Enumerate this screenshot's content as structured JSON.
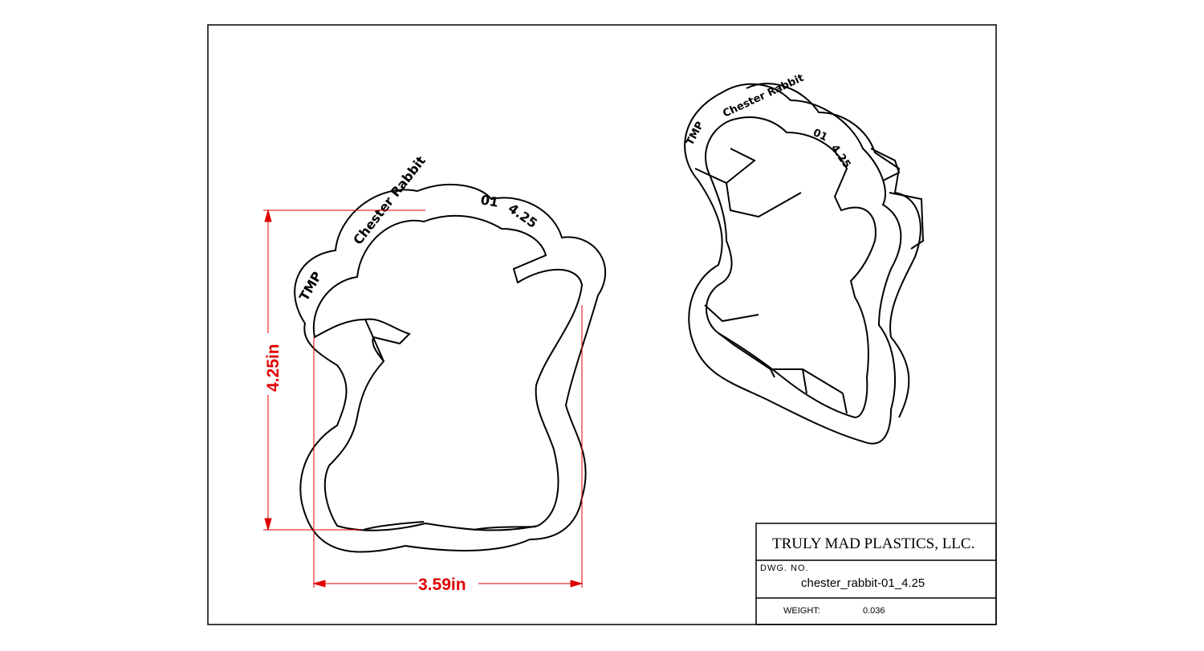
{
  "title_block": {
    "company": "TRULY MAD PLASTICS, LLC.",
    "dwg_no_label": "DWG. NO.",
    "dwg_no": "chester_rabbit-01_4.25",
    "weight_label": "WEIGHT:",
    "weight": "0.036"
  },
  "dimensions": {
    "height_label": "4.25in",
    "width_label": "3.59in"
  },
  "embossing": {
    "maker": "TMP",
    "name": "Chester Rabbit",
    "number": "01",
    "size": "4.25"
  },
  "colors": {
    "dimension": "#e00000",
    "line": "#000000",
    "paper": "#ffffff"
  }
}
